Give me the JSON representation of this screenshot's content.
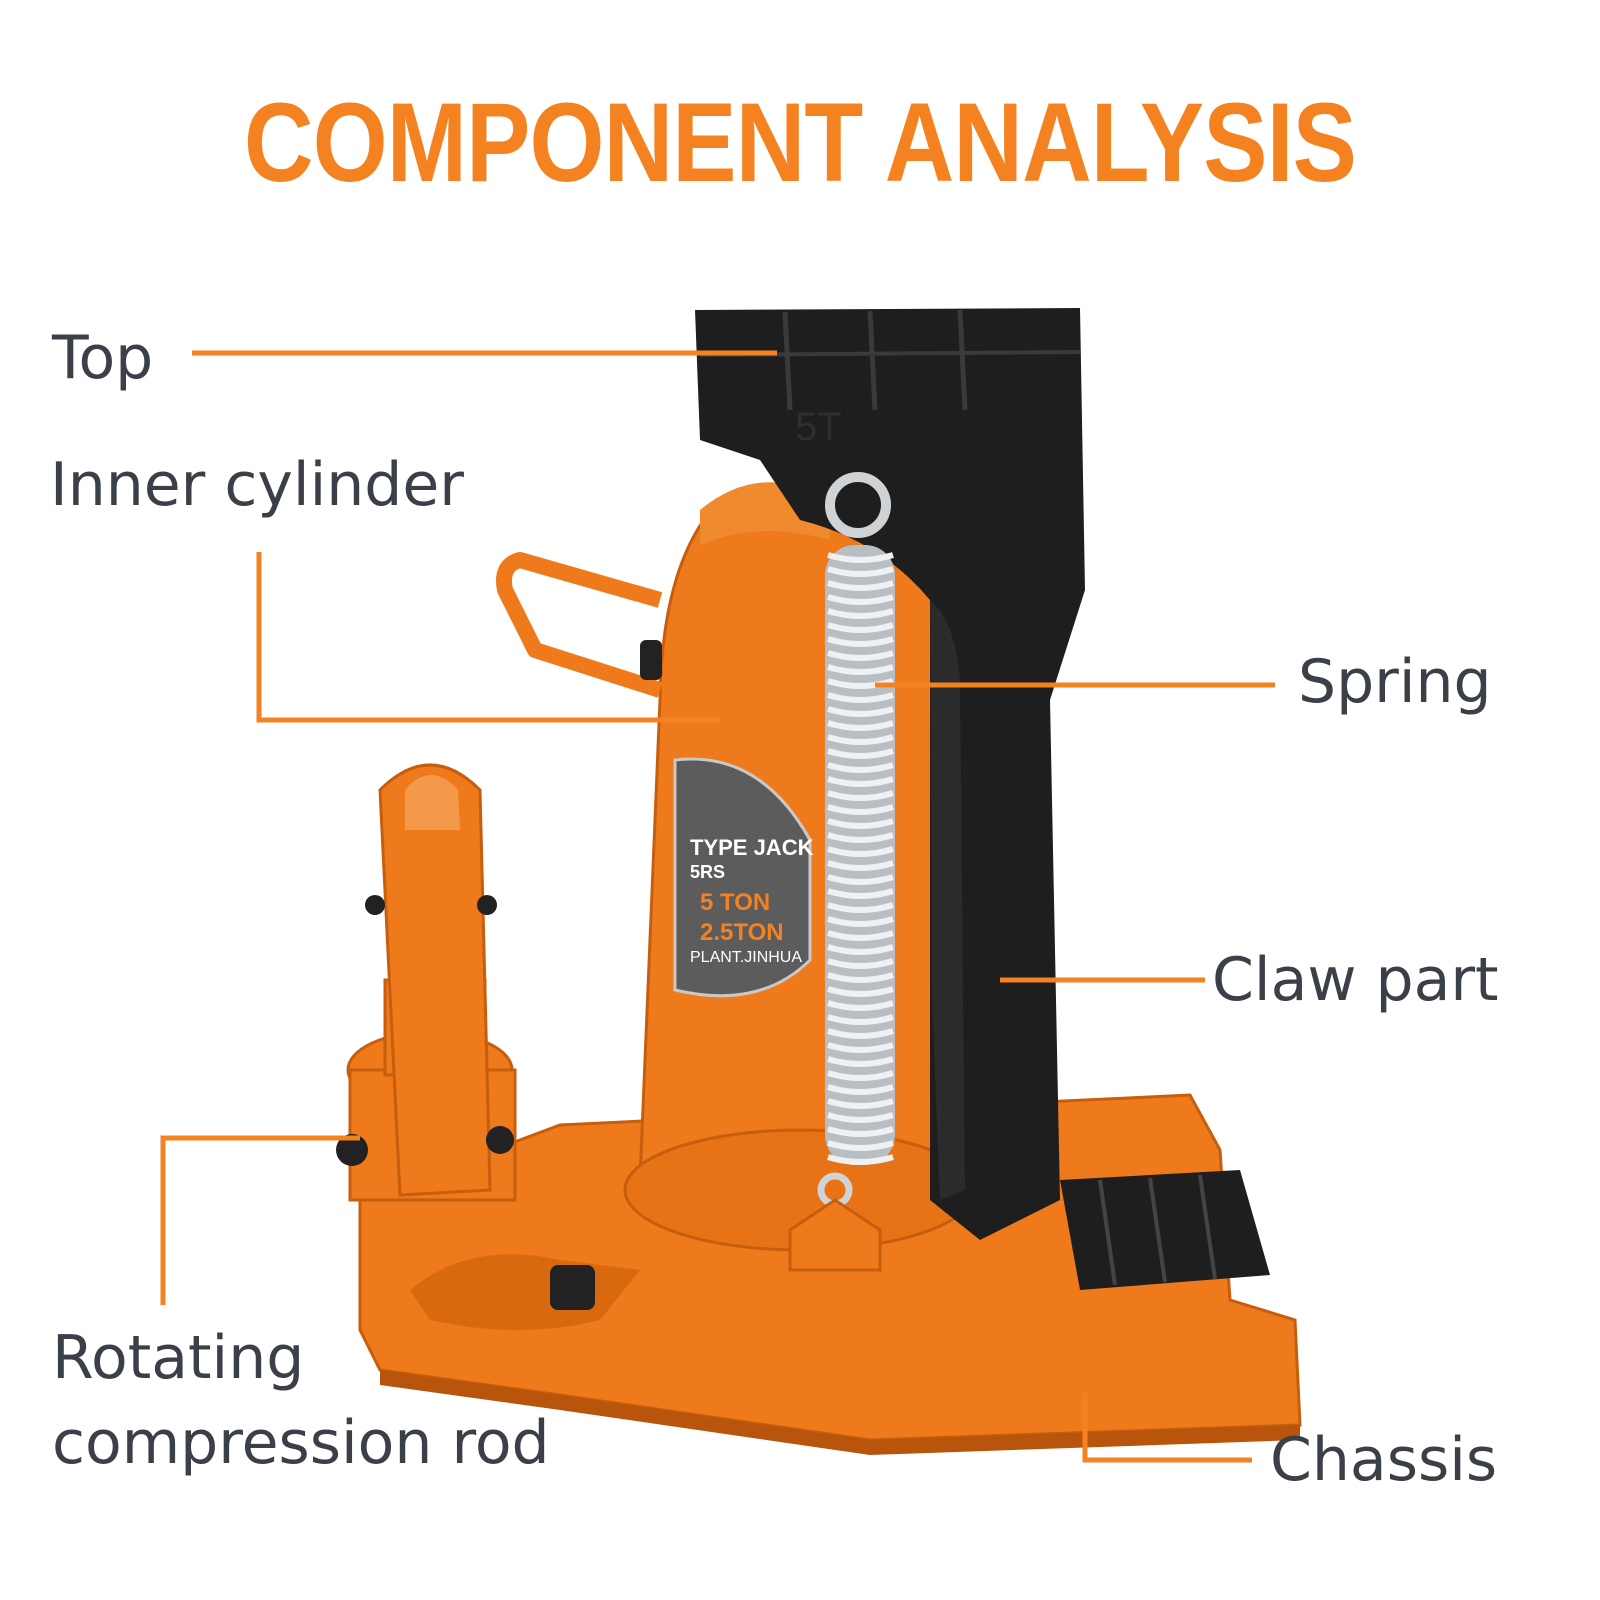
{
  "title": "COMPONENT ANALYSIS",
  "labels": {
    "top": "Top",
    "inner_cylinder": "Inner cylinder",
    "spring": "Spring",
    "claw_part": "Claw part",
    "rotating_line1": "Rotating",
    "rotating_line2": "compression rod",
    "chassis": "Chassis"
  },
  "product_label": {
    "line1": "TYPE JACK",
    "line2": "5RS",
    "line3": "5  TON",
    "line4": "2.5TON",
    "line5": "PLANT.JINHUA"
  },
  "colors": {
    "accent": "#f58220",
    "body_orange": "#ee7a1c",
    "iron_black": "#1e1e1e",
    "text": "#3b3f48"
  }
}
